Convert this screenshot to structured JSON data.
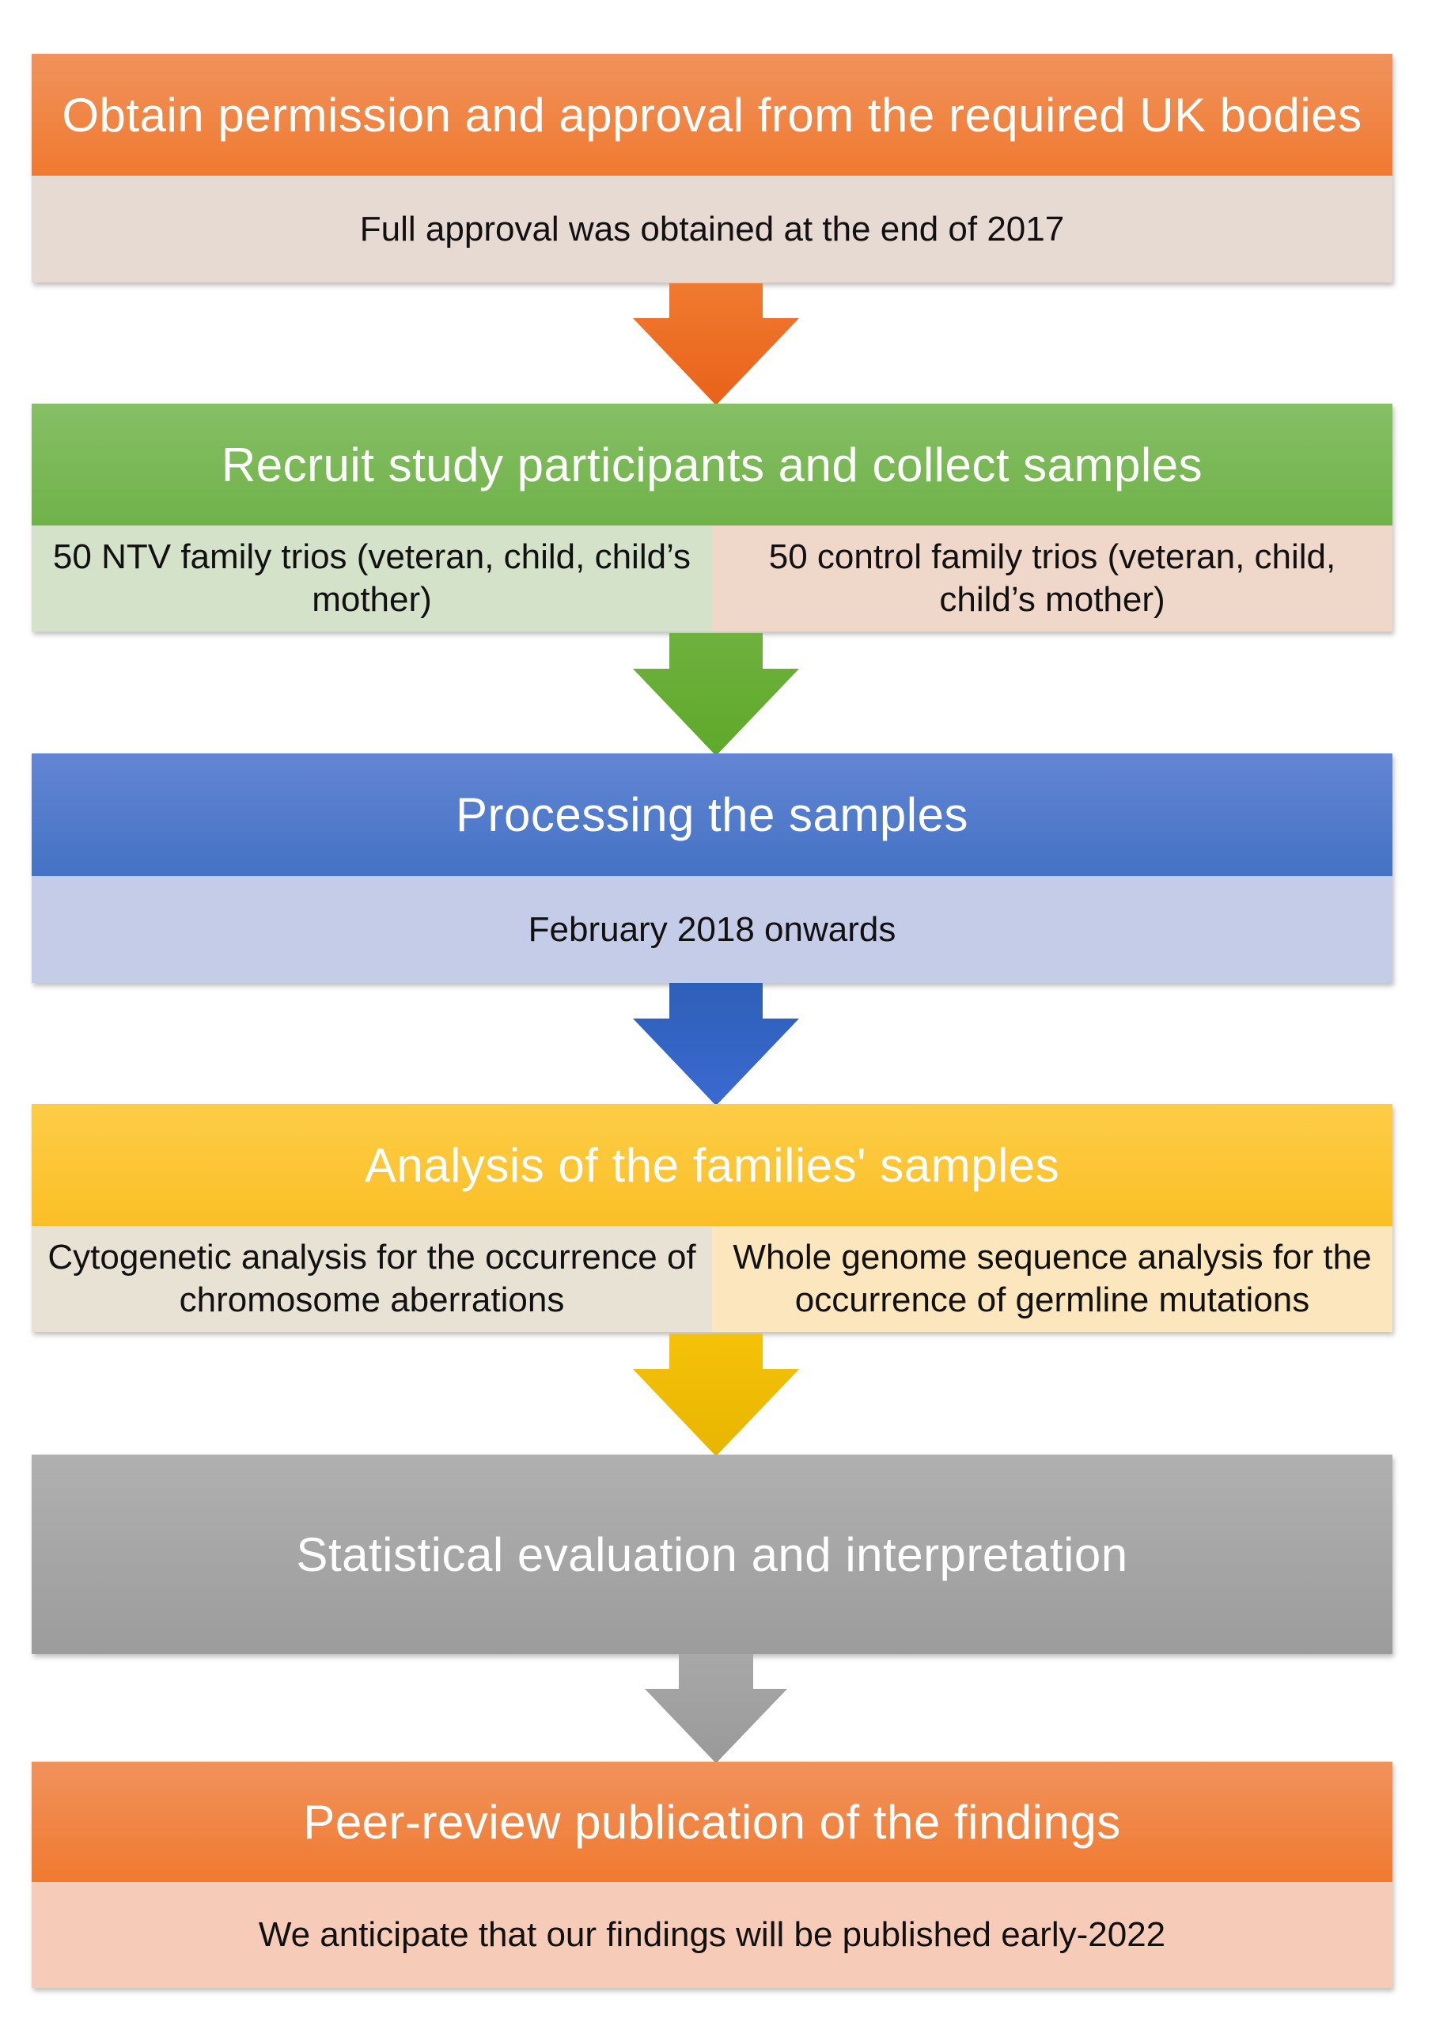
{
  "steps": [
    {
      "title": "Obtain permission and approval from the required UK bodies",
      "detail": "Full approval was obtained at the end of 2017",
      "colors": {
        "header_top": "#f0925c",
        "header_bottom": "#f07a30",
        "body": "#e6dad3"
      }
    },
    {
      "title": "Recruit study participants and collect samples",
      "left": "50 NTV family trios (veteran, child, child’s mother)",
      "right": "50 control family trios (veteran, child, child’s mother)",
      "colors": {
        "header_top": "#86bf65",
        "header_bottom": "#70b24a",
        "left": "#d3e2c9",
        "right": "#efd8c9"
      }
    },
    {
      "title": "Processing the samples",
      "detail": "February 2018 onwards",
      "colors": {
        "header_top": "#6386d4",
        "header_bottom": "#4472c4",
        "body": "#c5cce8"
      }
    },
    {
      "title": "Analysis of the families' samples",
      "left": "Cytogenetic analysis for the occurrence of chromosome aberrations",
      "right": "Whole genome sequence analysis for the occurrence of germline mutations",
      "colors": {
        "header_top": "#fdcd47",
        "header_bottom": "#fbbf26",
        "left": "#e8e2d5",
        "right": "#fbe6bd"
      }
    },
    {
      "title": "Statistical evaluation and interpretation",
      "colors": {
        "header_top": "#b0b0b0",
        "header_bottom": "#9c9c9c"
      }
    },
    {
      "title": "Peer-review publication of the findings",
      "detail": "We anticipate that our findings will be published early-2022",
      "colors": {
        "header_top": "#f0925c",
        "header_bottom": "#f07a30",
        "body": "#f6cbb7"
      }
    }
  ],
  "arrows": [
    {
      "color_top": "#f07a30",
      "color_bottom": "#e9621a"
    },
    {
      "color_top": "#6fb13f",
      "color_bottom": "#5ea92a"
    },
    {
      "color_top": "#2e5fb8",
      "color_bottom": "#3a6ad0"
    },
    {
      "color_top": "#f5c20a",
      "color_bottom": "#e8b500"
    },
    {
      "color_top": "#a8a8a8",
      "color_bottom": "#999999"
    }
  ]
}
